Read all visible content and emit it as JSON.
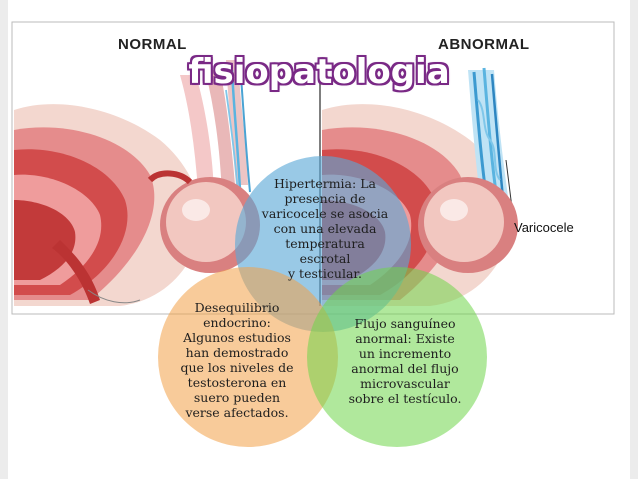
{
  "title": "fisiopatologia",
  "figure": {
    "label_normal": "NORMAL",
    "label_abnormal": "ABNORMAL",
    "label_varicocele": "Varicocele"
  },
  "circles": {
    "top": {
      "lines": [
        "Hipertermia: La",
        "presencia de",
        "varicocele se asocia",
        "con una elevada",
        "temperatura escrotal",
        "y testicular."
      ],
      "color": "#5aa8d6"
    },
    "left": {
      "lines": [
        "Desequilibrio",
        "endocrino:",
        "Algunos estudios",
        "han demostrado",
        "que los niveles de",
        "testosterona en",
        "suero pueden",
        "verse afectados."
      ],
      "color": "#f3a047"
    },
    "right": {
      "lines": [
        "Flujo sanguíneo",
        "anormal: Existe",
        "un incremento",
        "anormal del flujo",
        "microvascular",
        "sobre el testículo."
      ],
      "color": "#6fd64a"
    }
  },
  "colors": {
    "title_outline": "#7a2a86",
    "tissue": "#e07a7a",
    "vein": "#5ab4e0"
  }
}
